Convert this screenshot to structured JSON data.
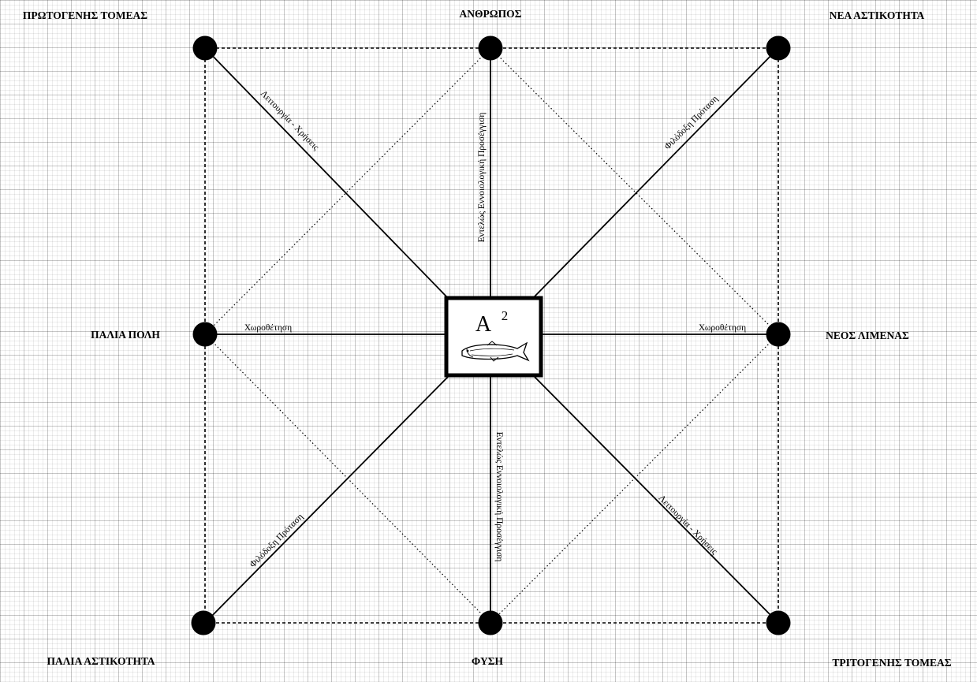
{
  "nodes": {
    "top_left": "ΠΡΩΤΟΓΕΝΗΣ ΤΟΜΕΑΣ",
    "top_center": "ΑΝΘΡΩΠΟΣ",
    "top_right": "ΝΕΑ ΑΣΤΙΚΟΤΗΤΑ",
    "middle_left": "ΠΑΛΙΑ ΠΟΛΗ",
    "middle_right": "ΝΕΟΣ ΛΙΜΕΝΑΣ",
    "bottom_left": "ΠΑΛΙΑ ΑΣΤΙΚΟΤΗΤΑ",
    "bottom_center": "ΦΥΣΗ",
    "bottom_right": "ΤΡΙΤΟΓΕΝΗΣ ΤΟΜΕΑΣ"
  },
  "center": {
    "title": "A",
    "superscript": "2",
    "icon": "fish-icon"
  },
  "edges": {
    "top_left": "Λειτουργία - Χρήσεις",
    "top_center": "Εντελώς Εννοιολογική Προσέγγιση",
    "top_right": "Φιλόδοξη Πρόταση",
    "middle_left": "Χωροθέτηση",
    "middle_right": "Χωροθέτηση",
    "bottom_left": "Φιλόδοξη Πρόταση",
    "bottom_center": "Εντελώς Εννοιολογική Προσέγγιση",
    "bottom_right": "Λειτουργία - Χρήσεις"
  },
  "colors": {
    "ink": "#000000",
    "grid": "#d9d9d9",
    "background": "#ffffff"
  }
}
